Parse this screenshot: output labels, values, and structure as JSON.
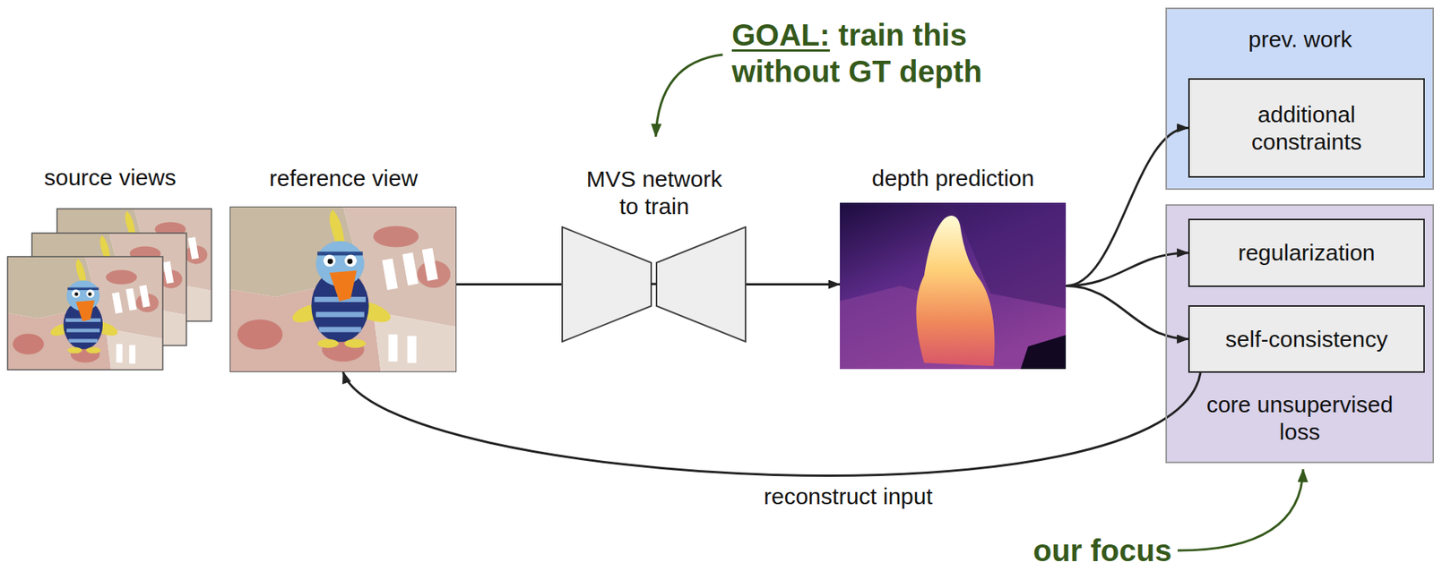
{
  "diagram": {
    "nodes": [
      {
        "text": [
          "source views"
        ]
      },
      {
        "text": [
          "reference view"
        ]
      },
      {
        "text": [
          "MVS network to train"
        ]
      },
      {
        "text": [
          "depth prediction"
        ]
      },
      {
        "text": [
          "prev. work"
        ]
      },
      {
        "text": [
          "additional constraints"
        ],
        "in": 4
      },
      {
        "text": [
          "core unsupervised loss"
        ]
      },
      {
        "text": [
          "regularization"
        ],
        "in": 6
      },
      {
        "text": [
          "self-consistency"
        ],
        "in": 6
      }
    ],
    "edges": [
      {
        "from": 1,
        "to": 2,
        "arrow": "none"
      },
      {
        "from": 2,
        "to": 3,
        "arrow": "to"
      },
      {
        "from": 3,
        "to": 5,
        "arrow": "to"
      },
      {
        "from": 3,
        "to": 7,
        "arrow": "to"
      },
      {
        "from": 3,
        "to": 8,
        "arrow": "to"
      },
      {
        "from": 8,
        "to": 1,
        "arrow": "to",
        "label": "reconstruct input"
      }
    ],
    "labels": [
      "GOAL:",
      "train this without GT depth",
      "our focus"
    ]
  }
}
